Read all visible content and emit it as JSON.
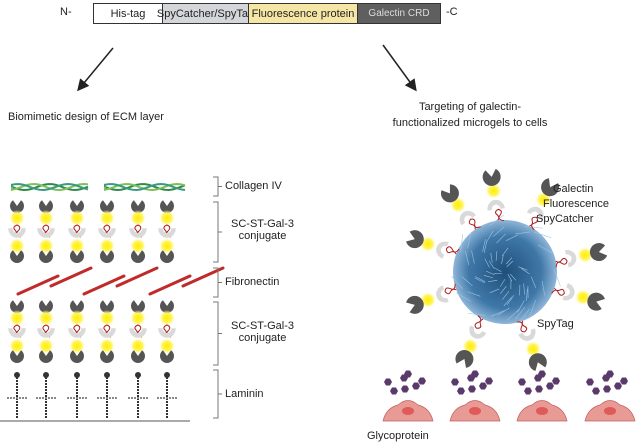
{
  "construct": {
    "n_term": "N-",
    "c_term": "-C",
    "segments": [
      {
        "label": "His-tag",
        "color": "#ffffff"
      },
      {
        "label": "SpyCatcher/SpyTag",
        "color": "#d4d6da"
      },
      {
        "label": "Fluorescence protein",
        "color": "#f5e6a6"
      },
      {
        "label": "Galectin CRD",
        "color": "#5f5f5f"
      }
    ]
  },
  "left": {
    "title": "Biomimetic design of ECM layer",
    "layers": [
      "Collagen IV",
      "SC-ST-Gal-3 conjugate",
      "Fibronectin",
      "SC-ST-Gal-3 conjugate",
      "Laminin"
    ]
  },
  "right": {
    "title_line1": "Targeting of galectin-",
    "title_line2": "functionalized microgels to cells",
    "labels": {
      "galectin": "Galectin",
      "fluorescence": "Fluorescence",
      "spycatcher": "SpyCatcher",
      "spytag": "SpyTag",
      "glycoprotein": "Glycoprotein"
    }
  },
  "colors": {
    "galectin": "#555555",
    "fluor": "#ffee00",
    "spycatcher": "#d9d9d9",
    "spytag": "#b01c1c",
    "microgel": "#3f78a8",
    "cell": "#e89a94",
    "glycan": "#5a3a6a",
    "collagen": "#3f9a55",
    "fibronectin": "#c02a2a"
  }
}
